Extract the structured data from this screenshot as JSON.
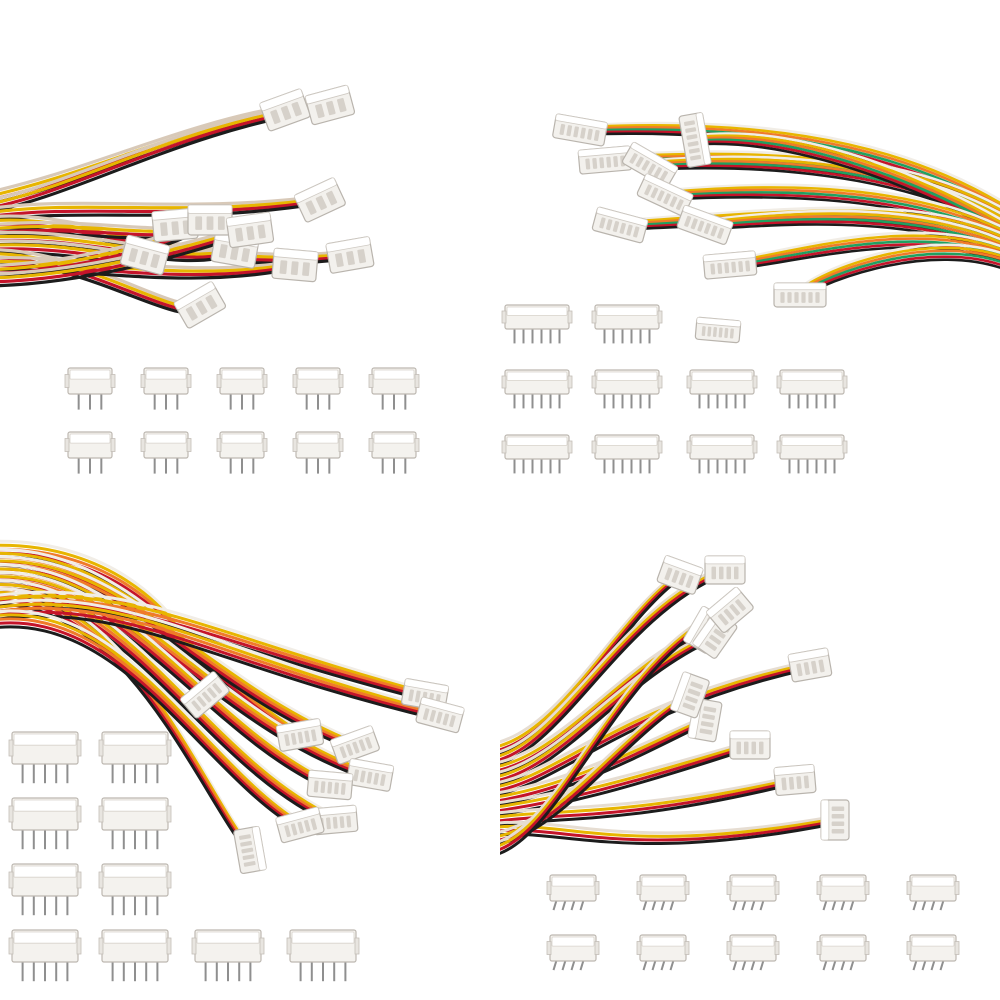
{
  "image": {
    "background": "#ffffff",
    "panels": [
      {
        "id": "panel-3pin-cables",
        "pins": 3,
        "wire_colors": [
          "#d8c9b8",
          "#e7b500",
          "#c4142a",
          "#1c1c1c"
        ],
        "cable_connector_count": 11,
        "loose_headers_count": 10
      },
      {
        "id": "panel-6pin-cables",
        "pins": 6,
        "wire_colors": [
          "#f1ede6",
          "#e7b500",
          "#f07a2a",
          "#20a060",
          "#c4142a",
          "#1c1c1c"
        ],
        "cable_connector_count": 9,
        "loose_headers_count": 10
      },
      {
        "id": "panel-5pin-cables",
        "pins": 5,
        "wire_colors": [
          "#f1ede6",
          "#e7b500",
          "#f07a2a",
          "#c4142a",
          "#1c1c1c"
        ],
        "cable_connector_count": 10,
        "loose_headers_count": 10
      },
      {
        "id": "panel-4pin-cables",
        "pins": 4,
        "wire_colors": [
          "#e6ddd2",
          "#e7b500",
          "#c4142a",
          "#1c1c1c"
        ],
        "cable_connector_count": 11,
        "loose_headers_count": 10
      }
    ]
  }
}
